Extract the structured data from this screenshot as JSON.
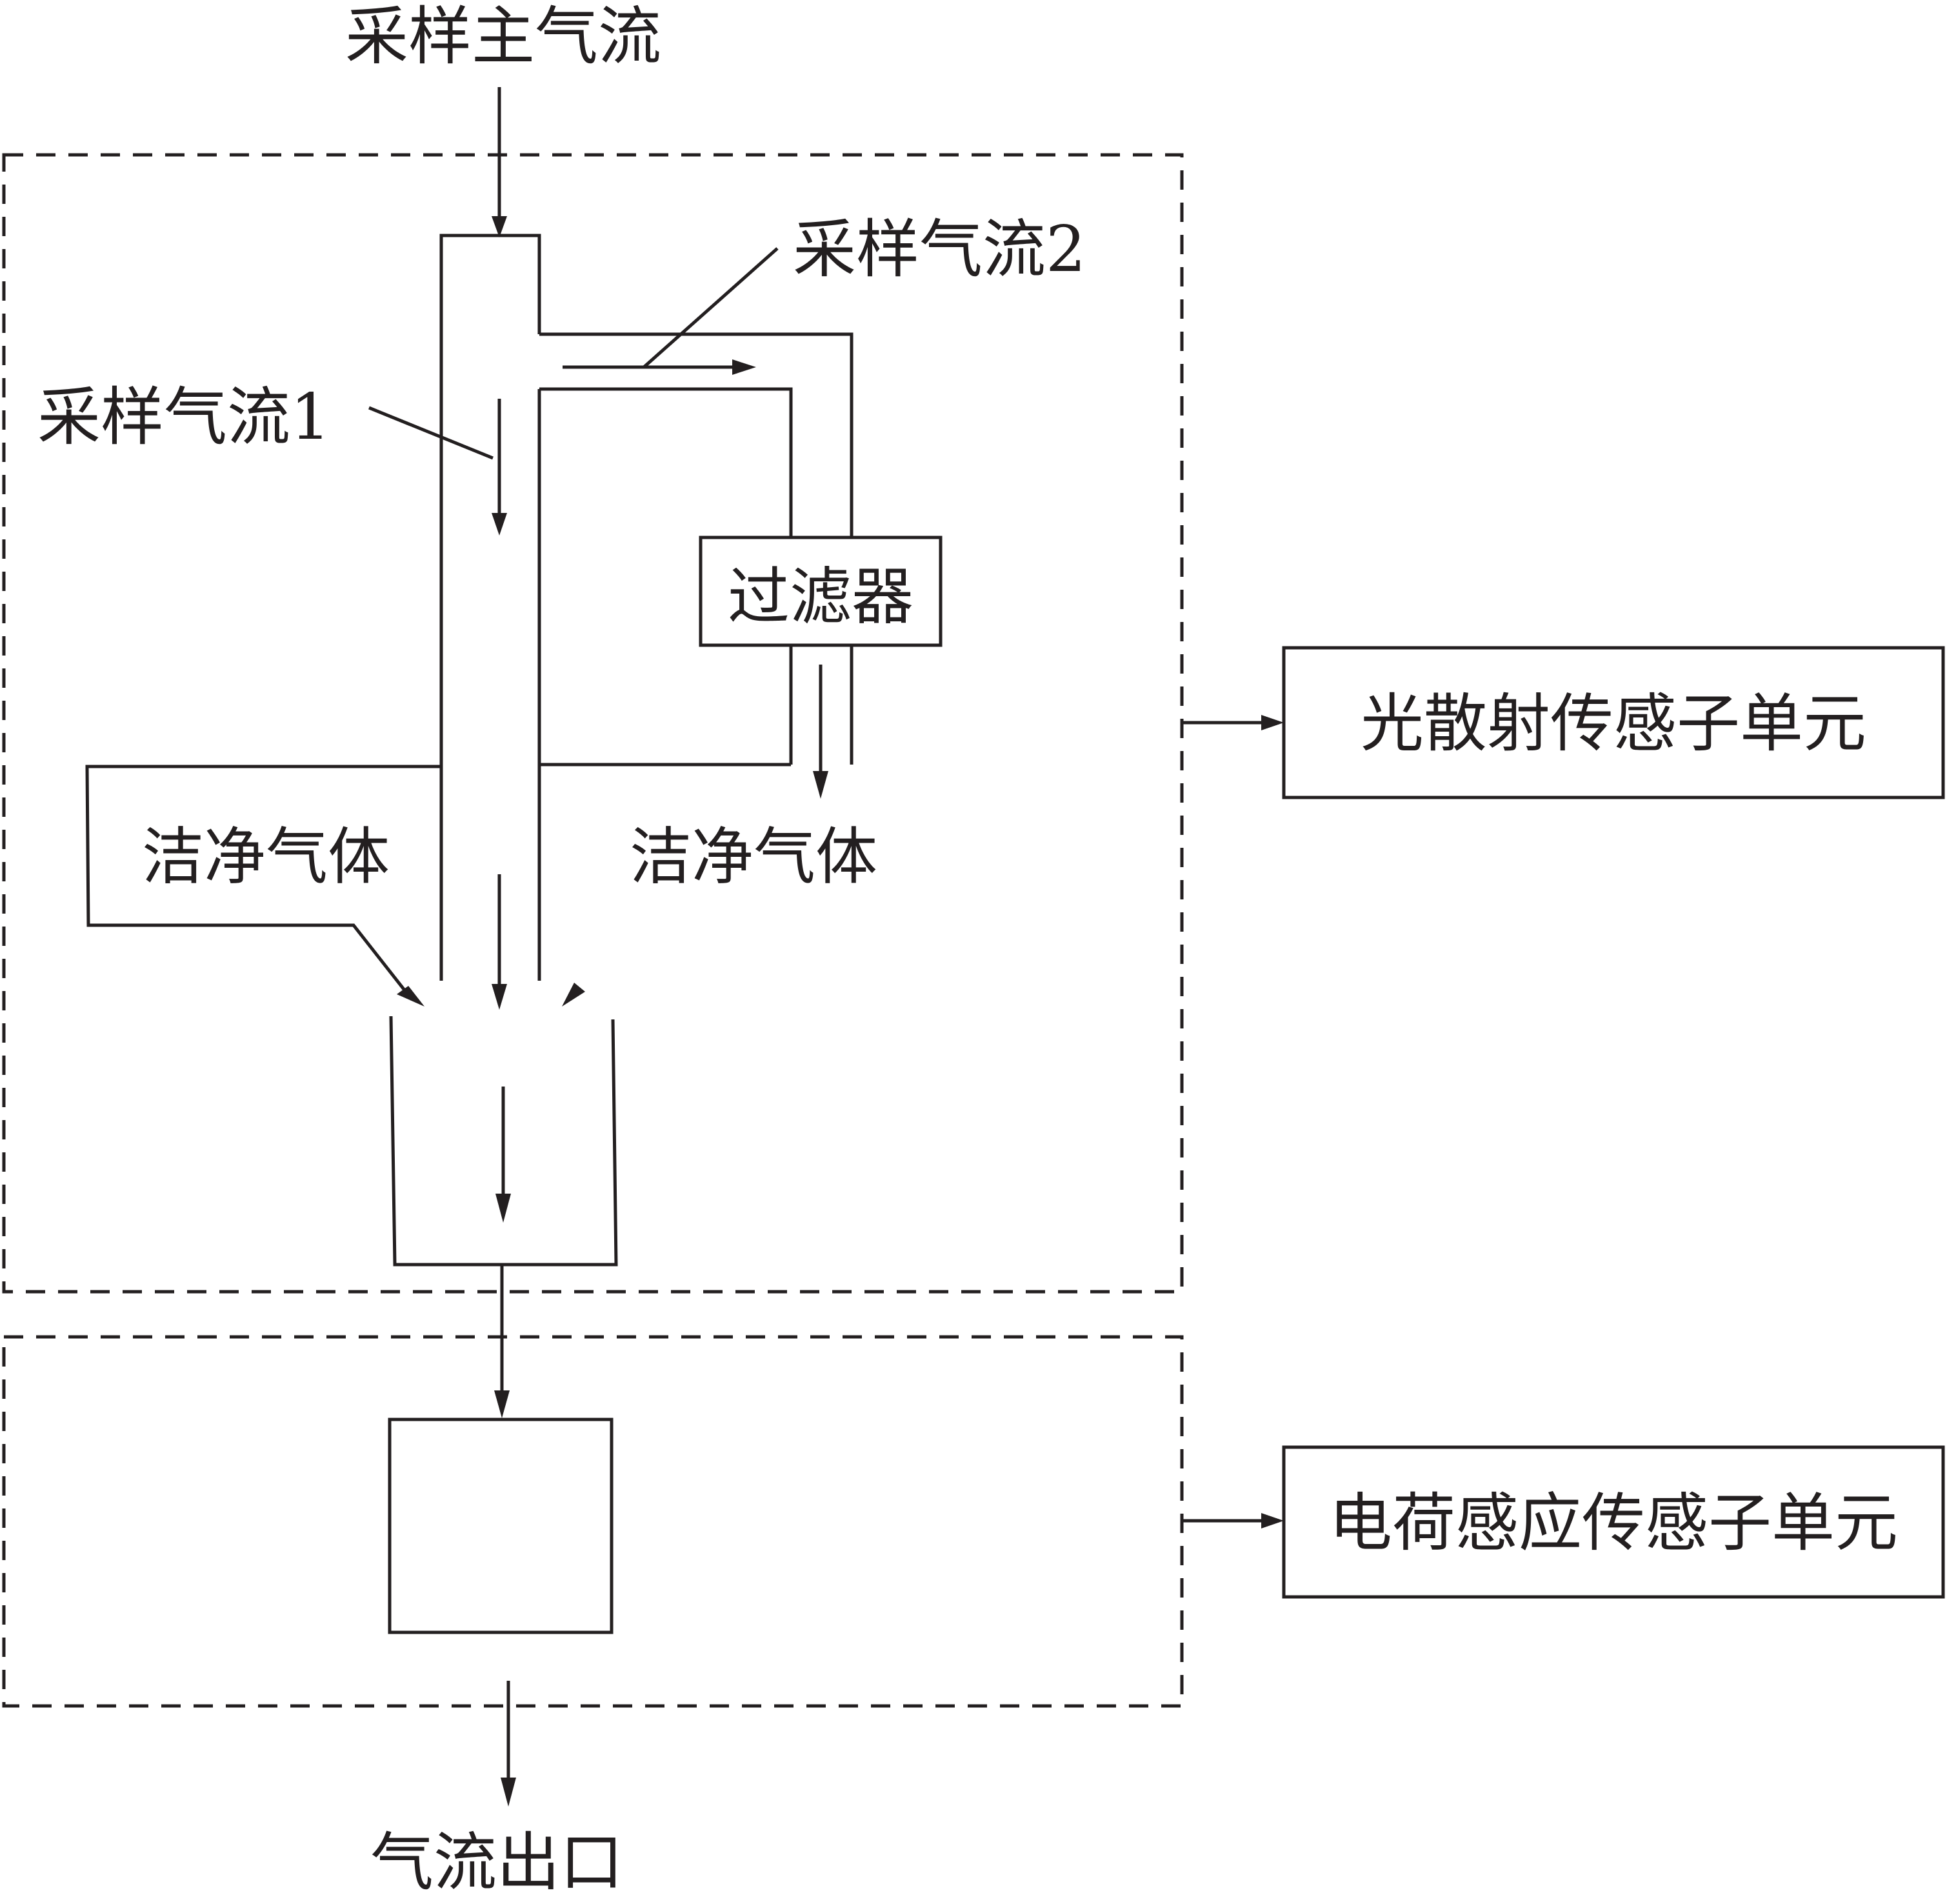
{
  "labels": {
    "main_inlet": "采样主气流",
    "sample_flow_2": "采样气流2",
    "sample_flow_1": "采样气流1",
    "filter": "过滤器",
    "clean_gas_left": "洁净气体",
    "clean_gas_right": "洁净气体",
    "light_scattering_unit": "光散射传感子单元",
    "charge_induction_unit": "电荷感应传感子单元",
    "outlet": "气流出口"
  },
  "colors": {
    "ink": "#231f20",
    "background": "#ffffff"
  }
}
